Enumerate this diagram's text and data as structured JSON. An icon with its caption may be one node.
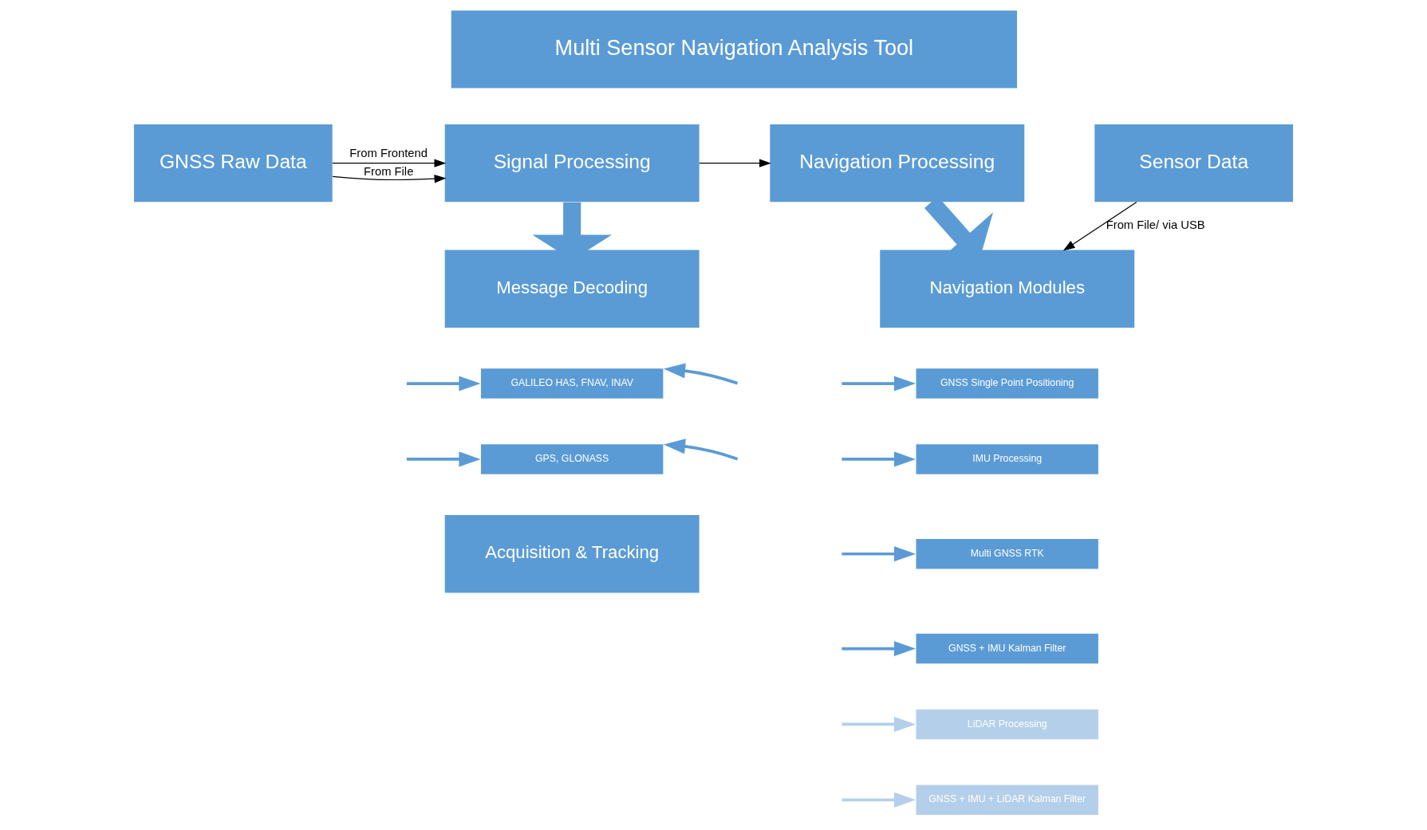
{
  "diagram": {
    "nodes": [
      {
        "text": [
          "Multi Sensor Navigation Analysis Tool"
        ]
      },
      {
        "text": [
          "GNSS Raw Data"
        ]
      },
      {
        "text": [
          "Signal Processing"
        ]
      },
      {
        "text": [
          "Navigation Processing"
        ]
      },
      {
        "text": [
          "Sensor Data"
        ]
      },
      {
        "text": [
          "Message Decoding"
        ]
      },
      {
        "text": [
          "Navigation Modules"
        ]
      },
      {
        "text": [
          "GALILEO HAS, FNAV, INAV"
        ]
      },
      {
        "text": [
          "GPS, GLONASS"
        ]
      },
      {
        "text": [
          "Acquisition & Tracking"
        ]
      },
      {
        "text": [
          "GNSS Single Point Positioning"
        ]
      },
      {
        "text": [
          "IMU Processing"
        ]
      },
      {
        "text": [
          "Multi GNSS RTK"
        ]
      },
      {
        "text": [
          "GNSS + IMU Kalman Filter"
        ]
      },
      {
        "text": [
          "LiDAR Processing"
        ]
      },
      {
        "text": [
          "GNSS + IMU + LiDAR Kalman Filter"
        ]
      }
    ],
    "edges": [
      {
        "from": 1,
        "to": 2,
        "arrow": "to",
        "label": "From File",
        "color": "#000000"
      },
      {
        "from": 1,
        "to": 2,
        "arrow": "to",
        "label": "From Frontend",
        "color": "#000000"
      },
      {
        "from": 2,
        "to": 3,
        "arrow": "to",
        "color": "#000000"
      },
      {
        "from": 2,
        "to": 5,
        "arrow": "to",
        "style": "thick",
        "color": "#5b9bd5"
      },
      {
        "from": 3,
        "to": 6,
        "arrow": "to",
        "style": "thick",
        "color": "#5b9bd5"
      },
      {
        "from": 4,
        "to": 6,
        "arrow": "to",
        "label": "From File/ via USB",
        "color": "#000000"
      },
      {
        "from": null,
        "to": 7,
        "arrow": "to",
        "color": "#5b9bd5"
      },
      {
        "from": null,
        "to": 7,
        "arrow": "to",
        "color": "#5b9bd5"
      },
      {
        "from": null,
        "to": 8,
        "arrow": "to",
        "color": "#5b9bd5"
      },
      {
        "from": null,
        "to": 8,
        "arrow": "to",
        "color": "#5b9bd5"
      },
      {
        "from": null,
        "to": 10,
        "arrow": "to",
        "color": "#5b9bd5"
      },
      {
        "from": null,
        "to": 11,
        "arrow": "to",
        "color": "#5b9bd5"
      },
      {
        "from": null,
        "to": 12,
        "arrow": "to",
        "color": "#5b9bd5"
      },
      {
        "from": null,
        "to": 13,
        "arrow": "to",
        "color": "#5b9bd5"
      },
      {
        "from": null,
        "to": 14,
        "arrow": "to",
        "color": "#b4cfea"
      },
      {
        "from": null,
        "to": 15,
        "arrow": "to",
        "color": "#b4cfea"
      }
    ]
  }
}
